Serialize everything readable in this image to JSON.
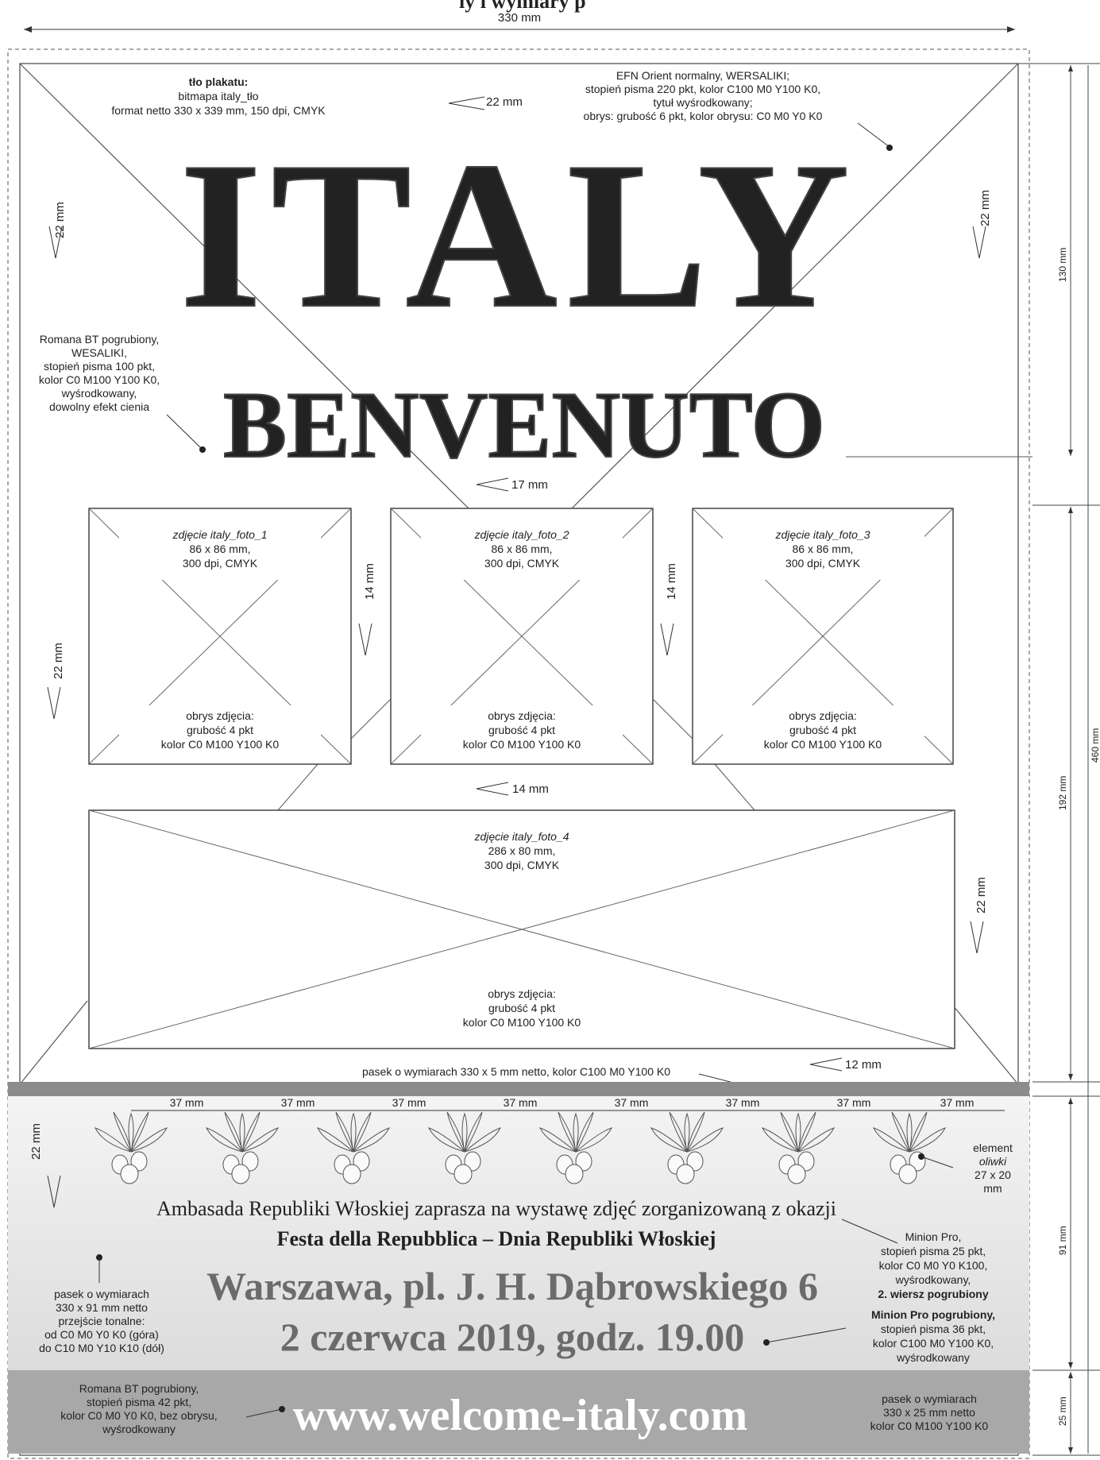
{
  "header": {
    "title_partial": "ly i wymiary p",
    "width_label": "330 mm"
  },
  "poster": {
    "title_big": "ITALY",
    "subtitle": "BENVENUTO",
    "invite_line": "Ambasada Republiki Włoskiej zaprasza na wystawę zdjęć zorganizowaną z okazji",
    "festa_line": "Festa della Repubblica – Dnia Republiki Włoskiej",
    "address_line": "Warszawa, pl. J. H. Dąbrowskiego 6",
    "date_line": "2 czerwca 2019, godz. 19.00",
    "url": "www.welcome-italy.com"
  },
  "annotations": {
    "bg": [
      "tło plakatu:",
      "bitmapa italy_tło",
      "format netto 330 x 339 mm, 150 dpi, CMYK"
    ],
    "efn": [
      "EFN Orient normalny, WERSALIKI;",
      "stopień pisma 220 pkt, kolor C100 M0 Y100 K0,",
      "tytuł wyśrodkowany;",
      "obrys: grubość 6 pkt, kolor obrysu: C0 M0 Y0 K0"
    ],
    "romana": [
      "Romana BT pogrubiony,",
      "WESALIKI,",
      "stopień pisma 100 pkt,",
      "kolor C0 M100 Y100 K0,",
      "wyśrodkowany,",
      "dowolny efekt cienia"
    ],
    "photo_small": [
      "86 x 86 mm,",
      "300 dpi, CMYK"
    ],
    "photo_outline": [
      "obrys zdjęcia:",
      "grubość 4 pkt",
      "kolor C0 M100 Y100 K0"
    ],
    "photo_names": [
      "zdjęcie italy_foto_1",
      "zdjęcie italy_foto_2",
      "zdjęcie italy_foto_3",
      "zdjęcie italy_foto_4"
    ],
    "photo_big": [
      "286 x 80 mm,",
      "300 dpi, CMYK"
    ],
    "strip_top": "pasek o wymiarach 330 x 5 mm netto, kolor C100 M0 Y100 K0",
    "olive": [
      "element",
      "oliwki",
      "27 x 20",
      "mm"
    ],
    "minion": [
      "Minion Pro,",
      "stopień pisma 25 pkt,",
      "kolor C0 M0 Y0 K100,",
      "wyśrodkowany,",
      "2. wiersz pogrubiony"
    ],
    "minion_bold": [
      "Minion Pro pogrubiony,",
      "stopień pisma 36 pkt,",
      "kolor C100 M0 Y100 K0,",
      "wyśrodkowany"
    ],
    "gradient": [
      "pasek o wymiarach",
      "330 x 91 mm netto",
      "przejście tonalne:",
      "od C0 M0 Y0 K0 (góra)",
      "do C10 M0 Y10 K10 (dół)"
    ],
    "romana_url": [
      "Romana BT pogrubiony,",
      "stopień pisma 42 pkt,",
      "kolor C0 M0 Y0 K0, bez obrysu,",
      "wyśrodkowany"
    ],
    "strip_bottom": [
      "pasek o wymiarach",
      "330 x 25 mm netto",
      "kolor C0 M100 Y100 K0"
    ]
  },
  "dimensions": {
    "d22": "22 mm",
    "d17": "17 mm",
    "d14": "14 mm",
    "d12": "12 mm",
    "d37": "37 mm",
    "right_130": "130 mm",
    "right_192": "192 mm",
    "right_91": "91 mm",
    "right_25": "25 mm",
    "total_460": "460 mm"
  },
  "colors": {
    "frame": "#555555",
    "strip": "#8c8c8c",
    "strip_light": "#a8a8a8",
    "gradient_top": "#f4f4f4",
    "gradient_bottom": "#dcdcdc",
    "title_text": "#6b6b6b",
    "url_text": "#ffffff"
  }
}
